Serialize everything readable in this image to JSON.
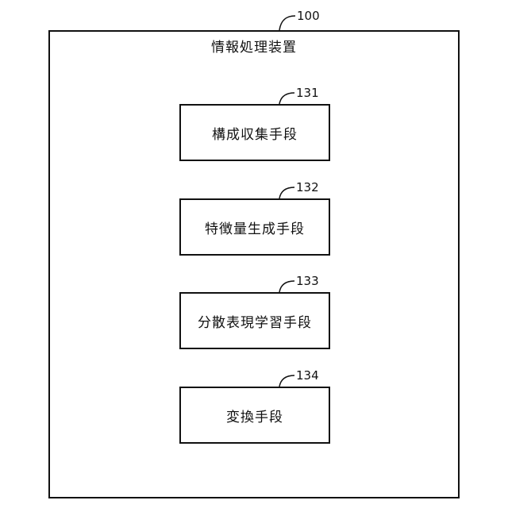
{
  "device": {
    "ref": "100",
    "title": "情報処理装置"
  },
  "blocks": [
    {
      "ref": "131",
      "label": "構成収集手段"
    },
    {
      "ref": "132",
      "label": "特徴量生成手段"
    },
    {
      "ref": "133",
      "label": "分散表現学習手段"
    },
    {
      "ref": "134",
      "label": "変換手段"
    }
  ]
}
